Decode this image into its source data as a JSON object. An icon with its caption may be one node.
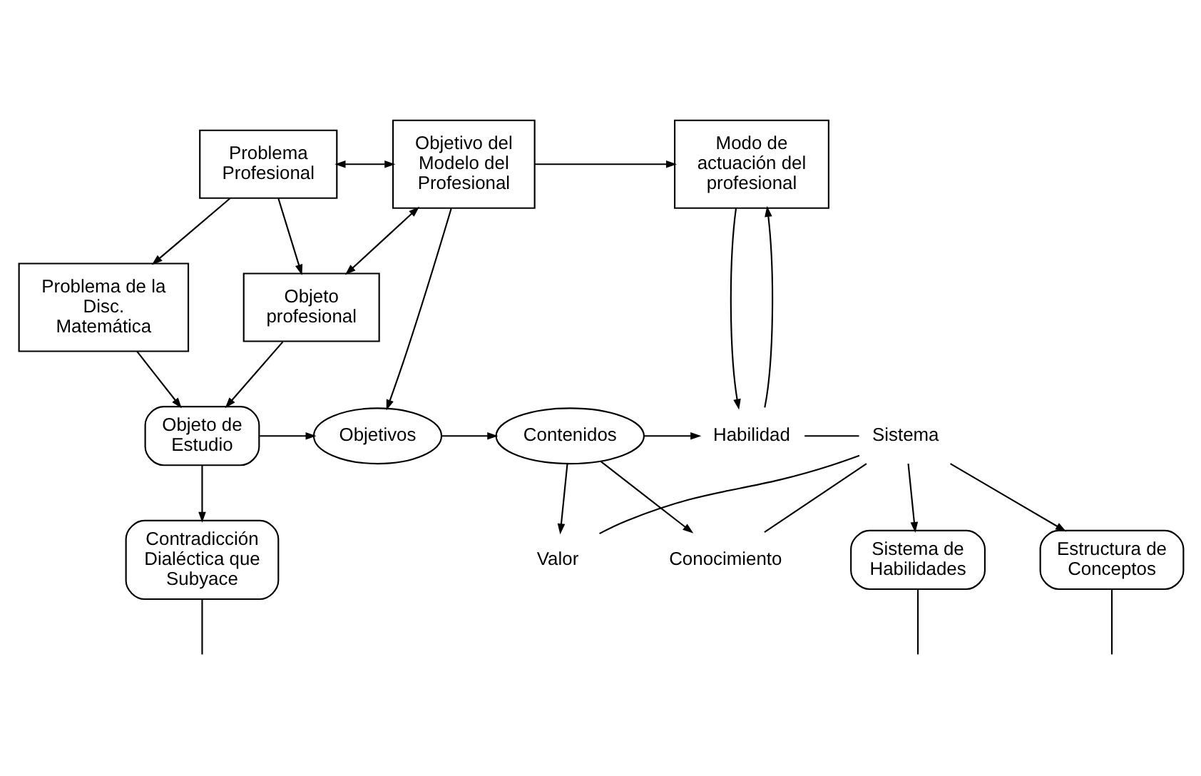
{
  "diagram": {
    "nodes": [
      {
        "text": [
          "Problema Profesional"
        ]
      },
      {
        "text": [
          "Objetivo del Modelo del Profesional"
        ]
      },
      {
        "text": [
          "Modo de actuación del profesional"
        ]
      },
      {
        "text": [
          "Objeto profesional"
        ]
      },
      {
        "text": [
          "Problema de la Disc. Matemática"
        ]
      },
      {
        "text": [
          "Objeto de Estudio"
        ]
      },
      {
        "text": [
          "Objetivos"
        ]
      },
      {
        "text": [
          "Contenidos"
        ]
      },
      {
        "text": [
          "Conocimiento"
        ]
      },
      {
        "text": [
          "Habilidad"
        ]
      },
      {
        "text": [
          "Sistema"
        ]
      },
      {
        "text": [
          "Valor"
        ]
      },
      {
        "text": [
          "Contradicción Dialéctica que Subyace"
        ]
      },
      {
        "text": [
          "Estructura de Conceptos"
        ]
      },
      {
        "text": [
          "Sistema de Habilidades"
        ]
      }
    ],
    "edges": [
      {
        "from": 0,
        "to": 1,
        "arrow": "both"
      },
      {
        "from": 1,
        "to": 2,
        "arrow": "to"
      },
      {
        "from": 0,
        "to": 4,
        "arrow": "to"
      },
      {
        "from": 0,
        "to": 3,
        "arrow": "to"
      },
      {
        "from": 1,
        "to": 3,
        "arrow": "both"
      },
      {
        "from": 3,
        "to": 5,
        "arrow": "to"
      },
      {
        "from": 4,
        "to": 5,
        "arrow": "to"
      },
      {
        "from": 1,
        "to": 6,
        "arrow": "to"
      },
      {
        "from": 5,
        "to": 6,
        "arrow": "to"
      },
      {
        "from": 6,
        "to": 7,
        "arrow": "to"
      },
      {
        "from": 7,
        "to": 8,
        "arrow": "to"
      },
      {
        "from": 7,
        "to": 9,
        "arrow": "to"
      },
      {
        "from": 7,
        "to": 11,
        "arrow": "to"
      },
      {
        "from": 2,
        "to": 9,
        "arrow": "to"
      },
      {
        "from": 9,
        "to": 2,
        "arrow": "to"
      },
      {
        "from": 8,
        "to": 10,
        "arrow": "none"
      },
      {
        "from": 9,
        "to": 10,
        "arrow": "none"
      },
      {
        "from": 11,
        "to": 10,
        "arrow": "none"
      },
      {
        "from": 10,
        "to": 13,
        "arrow": "to"
      },
      {
        "from": 10,
        "to": 14,
        "arrow": "to"
      },
      {
        "from": 5,
        "to": 12,
        "arrow": "to"
      },
      {
        "from": 12,
        "to": null,
        "arrow": "none"
      },
      {
        "from": 13,
        "to": null,
        "arrow": "none"
      },
      {
        "from": 14,
        "to": null,
        "arrow": "none"
      }
    ]
  }
}
